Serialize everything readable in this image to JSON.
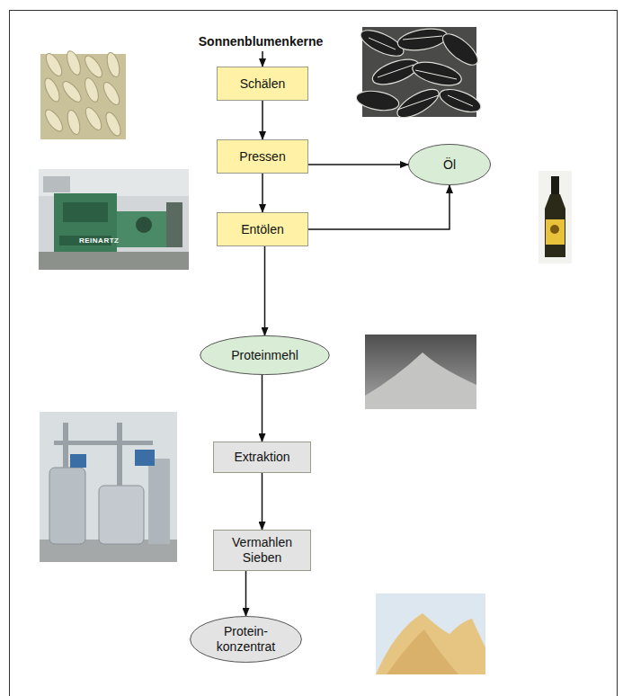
{
  "diagram": {
    "nodes": [
      {
        "text": [
          "Sonnenblumenkerne"
        ]
      },
      {
        "text": [
          "Schälen"
        ]
      },
      {
        "text": [
          "Pressen"
        ]
      },
      {
        "text": [
          "Öl"
        ]
      },
      {
        "text": [
          "Entölen"
        ]
      },
      {
        "text": [
          "Proteinmehl"
        ]
      },
      {
        "text": [
          "Extraktion"
        ]
      },
      {
        "text": [
          "Vermahlen Sieben"
        ]
      },
      {
        "text": [
          "Protein- konzentrat"
        ]
      }
    ],
    "edges": [
      {
        "from": 0,
        "to": 1,
        "arrow": "to"
      },
      {
        "from": 1,
        "to": 2,
        "arrow": "to"
      },
      {
        "from": 2,
        "to": 3,
        "arrow": "to"
      },
      {
        "from": 2,
        "to": 4,
        "arrow": "to"
      },
      {
        "from": 4,
        "to": 3,
        "arrow": "to"
      },
      {
        "from": 4,
        "to": 5,
        "arrow": "to"
      },
      {
        "from": 5,
        "to": 6,
        "arrow": "to"
      },
      {
        "from": 6,
        "to": 7,
        "arrow": "to"
      },
      {
        "from": 7,
        "to": 8,
        "arrow": "to"
      }
    ],
    "labels": [
      "REINARTZ"
    ]
  }
}
